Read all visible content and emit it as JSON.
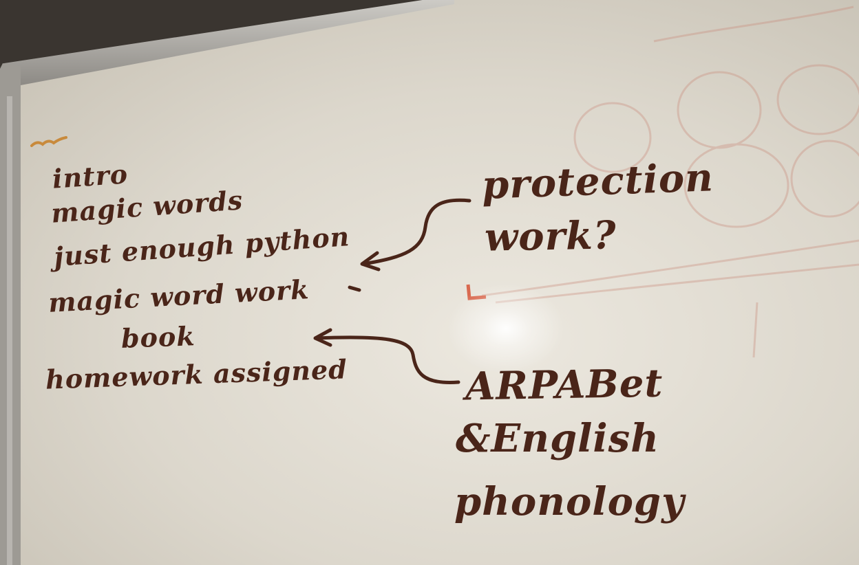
{
  "colors": {
    "marker": "#4a2519",
    "board": "#dcd7cc",
    "board_shadow": "#c9c3b6",
    "frame": "#a9a6a0",
    "wall": "#3a3530",
    "faint_red": "#c98a7a",
    "faint_orange": "#c88a3c"
  },
  "agenda": {
    "items": [
      "intro",
      "magic words",
      "just enough python",
      "magic word work",
      "book",
      "homework assigned"
    ]
  },
  "notes": {
    "protection": {
      "line1": "protection",
      "line2": "work?"
    },
    "arpabet": {
      "line1": "ARPABet",
      "line2": "&English",
      "line3": "phonology"
    }
  }
}
